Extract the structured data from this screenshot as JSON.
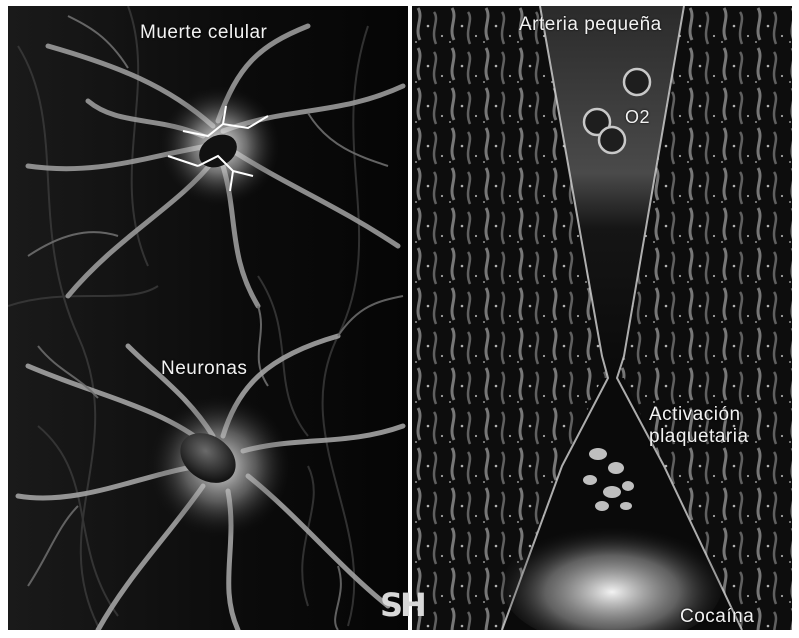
{
  "labels": {
    "cell_death": "Muerte celular",
    "neurons": "Neuronas",
    "small_artery": "Arteria pequeña",
    "oxygen": "O2",
    "platelet_activation_line1": "Activación",
    "platelet_activation_line2": "plaquetaria",
    "cocaine": "Cocaína"
  },
  "logo": {
    "text": "SH"
  },
  "colors": {
    "background": "#0c0c0c",
    "label": "#f2f2f2",
    "neuron": "#cfcfcf"
  }
}
